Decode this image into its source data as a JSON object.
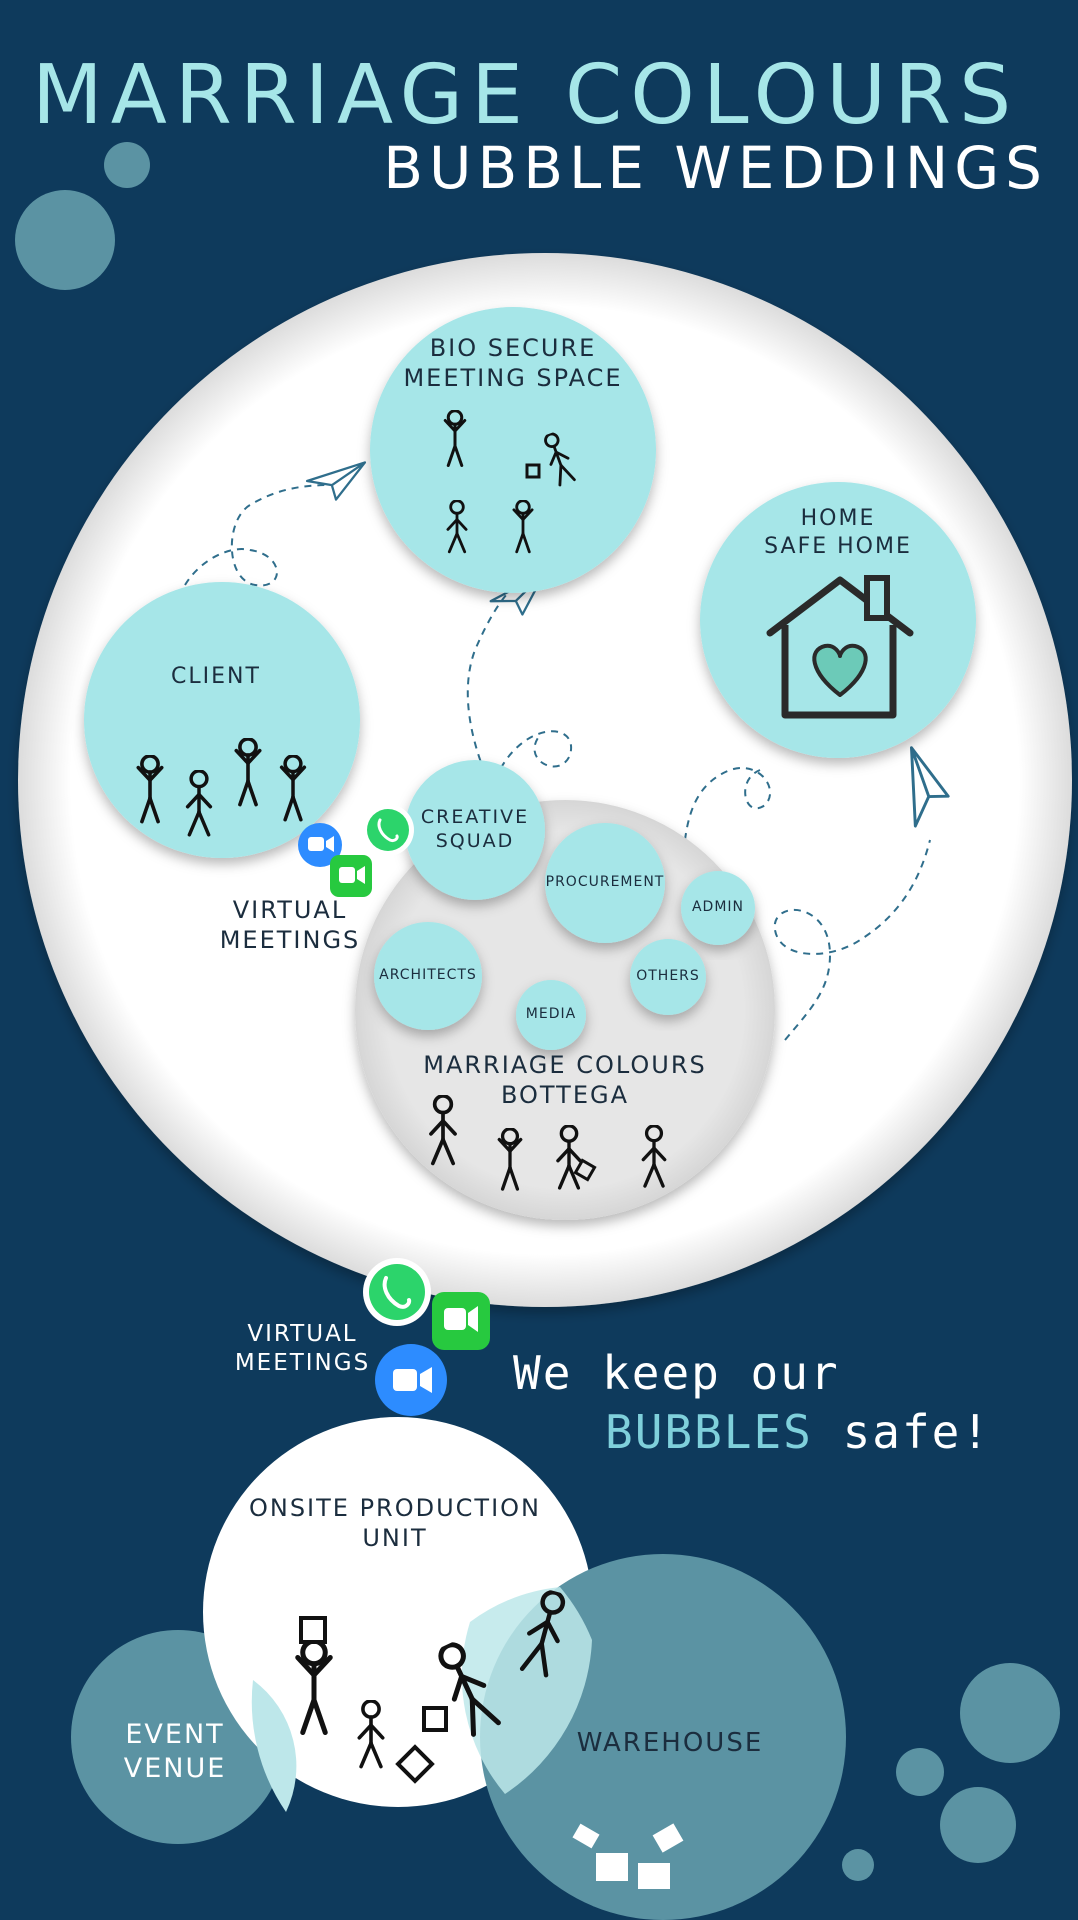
{
  "header": {
    "title": "MARRIAGE COLOURS",
    "subtitle": "BUBBLE WEDDINGS"
  },
  "nodes": {
    "bio_secure": "BIO SECURE\nMEETING SPACE",
    "home": "HOME\nSAFE HOME",
    "client": "CLIENT",
    "creative_squad": "CREATIVE\nSQUAD",
    "procurement": "PROCUREMENT",
    "admin": "ADMIN",
    "architects": "ARCHITECTS",
    "others": "OTHERS",
    "media": "MEDIA",
    "bottega": "MARRIAGE COLOURS\nBOTTEGA",
    "virtual_meetings_1": "VIRTUAL\nMEETINGS",
    "virtual_meetings_2": "VIRTUAL\nMEETINGS",
    "onsite": "ONSITE PRODUCTION\nUNIT",
    "event_venue": "EVENT\nVENUE",
    "warehouse": "WAREHOUSE"
  },
  "slogan": {
    "line1": "We keep our",
    "highlight": "BUBBLES",
    "line2_rest": " safe!"
  },
  "icons": [
    "whatsapp-icon",
    "zoom-icon",
    "facetime-icon",
    "paper-plane-icon",
    "house-heart-icon",
    "stick-figure-icon",
    "box-icon"
  ],
  "colors": {
    "background": "#0e3a5c",
    "bubble_teal": "#a6e6e8",
    "bubble_white": "#ffffff",
    "bubble_grey": "#e4e4e4",
    "bubble_slate": "#5d97a6",
    "text_dark": "#1b2d3e",
    "accent_text": "#7fd0db"
  }
}
